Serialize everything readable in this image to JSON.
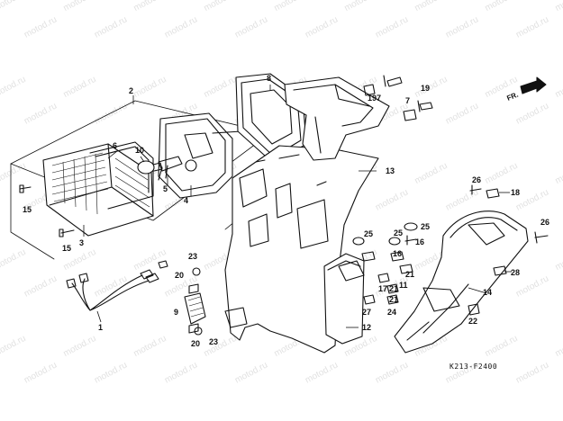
{
  "watermark": "motod.ru",
  "direction_marker": "FR.",
  "diagram_code": "K213-F2400",
  "parts": [
    {
      "id": "p1",
      "label": "1"
    },
    {
      "id": "p2",
      "label": "2"
    },
    {
      "id": "p3",
      "label": "3"
    },
    {
      "id": "p4",
      "label": "4"
    },
    {
      "id": "p5",
      "label": "5"
    },
    {
      "id": "p6",
      "label": "6"
    },
    {
      "id": "p7a",
      "label": "7"
    },
    {
      "id": "p7b",
      "label": "7"
    },
    {
      "id": "p8",
      "label": "8"
    },
    {
      "id": "p9",
      "label": "9"
    },
    {
      "id": "p10",
      "label": "10"
    },
    {
      "id": "p11",
      "label": "11"
    },
    {
      "id": "p12",
      "label": "12"
    },
    {
      "id": "p13",
      "label": "13"
    },
    {
      "id": "p14",
      "label": "14"
    },
    {
      "id": "p15a",
      "label": "15"
    },
    {
      "id": "p15b",
      "label": "15"
    },
    {
      "id": "p16a",
      "label": "16"
    },
    {
      "id": "p16b",
      "label": "16"
    },
    {
      "id": "p17",
      "label": "17"
    },
    {
      "id": "p18",
      "label": "18"
    },
    {
      "id": "p19a",
      "label": "19"
    },
    {
      "id": "p19b",
      "label": "19"
    },
    {
      "id": "p20a",
      "label": "20"
    },
    {
      "id": "p20b",
      "label": "20"
    },
    {
      "id": "p21a",
      "label": "21"
    },
    {
      "id": "p21b",
      "label": "21"
    },
    {
      "id": "p21c",
      "label": "21"
    },
    {
      "id": "p22",
      "label": "22"
    },
    {
      "id": "p23a",
      "label": "23"
    },
    {
      "id": "p23b",
      "label": "23"
    },
    {
      "id": "p24",
      "label": "24"
    },
    {
      "id": "p25a",
      "label": "25"
    },
    {
      "id": "p25b",
      "label": "25"
    },
    {
      "id": "p25c",
      "label": "25"
    },
    {
      "id": "p26a",
      "label": "26"
    },
    {
      "id": "p26b",
      "label": "26"
    },
    {
      "id": "p27",
      "label": "27"
    },
    {
      "id": "p28",
      "label": "28"
    }
  ]
}
